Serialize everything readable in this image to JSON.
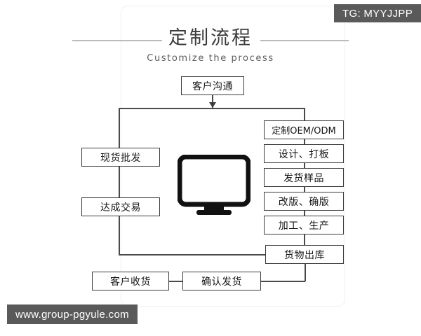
{
  "page": {
    "background_color": "#ffffff",
    "line_color": "#4a4a4a",
    "box_border_color": "#3c3c3c",
    "badge_color": "#5a5a5a"
  },
  "badges": {
    "telegram": "TG: MYYJJPP",
    "website": "www.group-pgyule.com"
  },
  "header": {
    "title": "定制流程",
    "subtitle": "Customize the process"
  },
  "flow": {
    "start": {
      "label": "客户沟通"
    },
    "left_branch": [
      {
        "label": "现货批发"
      },
      {
        "label": "达成交易"
      }
    ],
    "right_branch": [
      {
        "label": "定制OEM/ODM"
      },
      {
        "label": "设计、打板"
      },
      {
        "label": "发货样品"
      },
      {
        "label": "改版、确版"
      },
      {
        "label": "加工、生产"
      }
    ],
    "merge": {
      "label": "货物出库"
    },
    "bottom_row": [
      {
        "label": "确认发货"
      },
      {
        "label": "客户收货"
      }
    ],
    "center_icon": "monitor-icon"
  }
}
